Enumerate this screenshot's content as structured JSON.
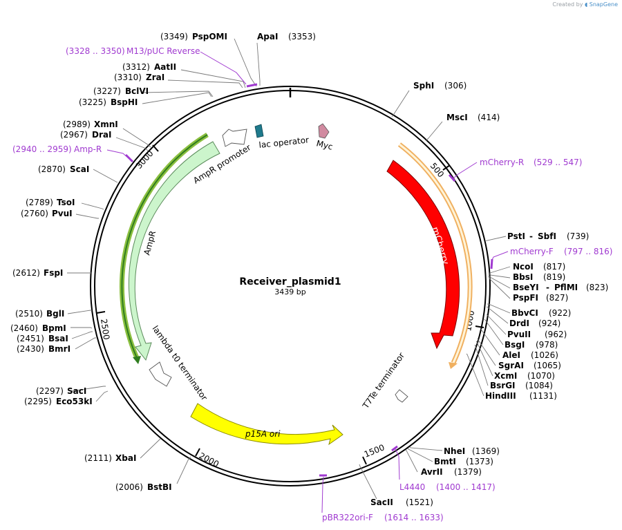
{
  "credit": {
    "prefix": "Created by",
    "brand": "SnapGene"
  },
  "plasmid": {
    "name": "Receiver_plasmid1",
    "length": "3439 bp",
    "bp": 3439
  },
  "ticks": [
    "500",
    "1000",
    "1500",
    "2000",
    "2500",
    "3000"
  ],
  "features": [
    {
      "name": "mCherry",
      "type": "cds",
      "color": "#ff0000"
    },
    {
      "name": "Myc",
      "type": "tag",
      "color": "#d18aa0"
    },
    {
      "name": "lac operator",
      "type": "protein_bind",
      "color": "#1f7a8c"
    },
    {
      "name": "AmpR promoter",
      "type": "promoter",
      "color": "#ffffff"
    },
    {
      "name": "AmpR",
      "type": "cds",
      "color": "#ccf5cc"
    },
    {
      "name": "lambda t0 terminator",
      "type": "terminator",
      "color": "#ffffff"
    },
    {
      "name": "p15A ori",
      "type": "rep_origin",
      "color": "#ffff00"
    },
    {
      "name": "T7Te terminator",
      "type": "terminator",
      "color": "#ffffff"
    }
  ],
  "enzymes": [
    {
      "name": "PspOMI",
      "pos": "(3349)"
    },
    {
      "name": "ApaI",
      "pos": "(3353)"
    },
    {
      "name": "AatII",
      "pos": "(3312)"
    },
    {
      "name": "ZraI",
      "pos": "(3310)"
    },
    {
      "name": "BclVI",
      "pos": "(3227)"
    },
    {
      "name": "BspHI",
      "pos": "(3225)"
    },
    {
      "name": "XmnI",
      "pos": "(2989)"
    },
    {
      "name": "DraI",
      "pos": "(2967)"
    },
    {
      "name": "ScaI",
      "pos": "(2870)"
    },
    {
      "name": "TsoI",
      "pos": "(2789)"
    },
    {
      "name": "PvuI",
      "pos": "(2760)"
    },
    {
      "name": "FspI",
      "pos": "(2612)"
    },
    {
      "name": "BglI",
      "pos": "(2510)"
    },
    {
      "name": "BpmI",
      "pos": "(2460)"
    },
    {
      "name": "BsaI",
      "pos": "(2451)"
    },
    {
      "name": "BmrI",
      "pos": "(2430)"
    },
    {
      "name": "SacI",
      "pos": "(2297)"
    },
    {
      "name": "Eco53kI",
      "pos": "(2295)"
    },
    {
      "name": "XbaI",
      "pos": "(2111)"
    },
    {
      "name": "BstBI",
      "pos": "(2006)"
    },
    {
      "name": "SphI",
      "pos": "(306)"
    },
    {
      "name": "MscI",
      "pos": "(414)"
    },
    {
      "name": "PstI",
      "name2": "SbfI",
      "pos": "(739)"
    },
    {
      "name": "NcoI",
      "pos": "(817)"
    },
    {
      "name": "BbsI",
      "pos": "(819)"
    },
    {
      "name": "BseYI",
      "name2": "PflMI",
      "pos": "(823)"
    },
    {
      "name": "PspFI",
      "pos": "(827)"
    },
    {
      "name": "BbvCI",
      "pos": "(922)"
    },
    {
      "name": "DrdI",
      "pos": "(924)"
    },
    {
      "name": "PvuII",
      "pos": "(962)"
    },
    {
      "name": "BsgI",
      "pos": "(978)"
    },
    {
      "name": "AleI",
      "pos": "(1026)"
    },
    {
      "name": "SgrAI",
      "pos": "(1065)"
    },
    {
      "name": "XcmI",
      "pos": "(1070)"
    },
    {
      "name": "BsrGI",
      "pos": "(1084)"
    },
    {
      "name": "HindIII",
      "pos": "(1131)"
    },
    {
      "name": "NheI",
      "pos": "(1369)"
    },
    {
      "name": "BmtI",
      "pos": "(1373)"
    },
    {
      "name": "AvrII",
      "pos": "(1379)"
    },
    {
      "name": "SacII",
      "pos": "(1521)"
    }
  ],
  "primers": [
    {
      "name": "M13/pUC Reverse",
      "range": "(3328 .. 3350)"
    },
    {
      "name": "Amp-R",
      "range": "(2940 .. 2959)"
    },
    {
      "name": "mCherry-R",
      "range": "(529 .. 547)"
    },
    {
      "name": "mCherry-F",
      "range": "(797 .. 816)"
    },
    {
      "name": "L4440",
      "range": "(1400 .. 1417)"
    },
    {
      "name": "pBR322ori-F",
      "range": "(1614 .. 1633)"
    }
  ]
}
